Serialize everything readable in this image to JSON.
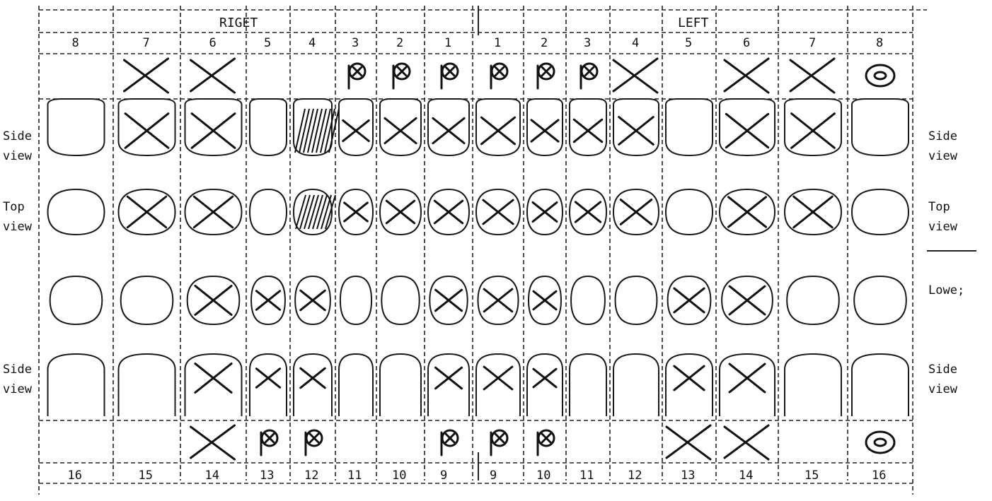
{
  "header": {
    "right_label": "RIGET",
    "left_label": "LEFT"
  },
  "upper_numbers": [
    "8",
    "7",
    "6",
    "5",
    "4",
    "3",
    "2",
    "1",
    "1",
    "2",
    "3",
    "4",
    "5",
    "6",
    "7",
    "8"
  ],
  "lower_numbers": [
    "16",
    "15",
    "14",
    "13",
    "12",
    "11",
    "10",
    "9",
    "9",
    "10",
    "11",
    "12",
    "13",
    "14",
    "15",
    "16"
  ],
  "side_labels_left": {
    "upper_side": [
      "Side",
      "view"
    ],
    "top_view": [
      "Top",
      "view"
    ],
    "lower_side": [
      "Side",
      "view"
    ]
  },
  "side_labels_right": {
    "upper_side": [
      "Side",
      "view"
    ],
    "top_view": [
      "Top",
      "view"
    ],
    "lower": [
      "Lowe;"
    ],
    "lower_side": [
      "Side",
      "view"
    ]
  },
  "upper_marks": [
    "",
    "X",
    "X",
    "",
    "",
    "P",
    "P",
    "P",
    "P",
    "P",
    "P",
    "X",
    "",
    "X",
    "X",
    "O"
  ],
  "lower_marks": [
    "",
    "",
    "X",
    "P",
    "P",
    "",
    "",
    "P",
    "P",
    "P",
    "",
    "",
    "X",
    "X",
    "",
    "O"
  ],
  "upper_side_x": [
    false,
    true,
    true,
    false,
    false,
    true,
    true,
    true,
    true,
    true,
    true,
    true,
    false,
    true,
    true,
    false
  ],
  "upper_top_x": [
    false,
    true,
    true,
    false,
    false,
    true,
    true,
    true,
    true,
    true,
    true,
    true,
    false,
    true,
    true,
    false
  ],
  "lower_top_x": [
    false,
    false,
    true,
    true,
    true,
    false,
    false,
    true,
    true,
    true,
    false,
    false,
    true,
    true,
    false,
    false
  ],
  "lower_side_x": [
    false,
    false,
    true,
    true,
    true,
    false,
    false,
    true,
    true,
    true,
    false,
    false,
    true,
    true,
    false,
    false
  ],
  "hatched_tooth": "4"
}
